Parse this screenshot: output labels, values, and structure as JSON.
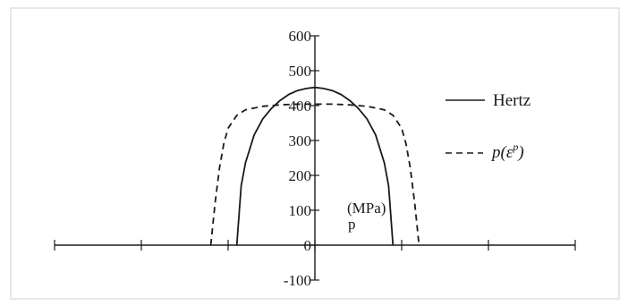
{
  "chart_data": {
    "type": "line",
    "y_ticks": [
      "600",
      "500",
      "400",
      "300",
      "200",
      "100",
      "0",
      "-100"
    ],
    "ylim": [
      -100,
      600
    ],
    "xlim": [
      -3,
      3
    ],
    "x_ticks_unlabeled": [
      -3,
      -2,
      -1,
      0,
      1,
      2,
      3
    ],
    "unit_label_top": "(MPa)",
    "unit_label_bottom": "p",
    "grid": false,
    "legend_position": "right",
    "legend": [
      {
        "label": "Hertz",
        "style": "solid"
      },
      {
        "label_main": "p(ε",
        "label_sup": "p",
        "label_close": ")",
        "style": "dashed"
      }
    ],
    "series": [
      {
        "style": "solid",
        "x": [
          -0.9,
          -0.85,
          -0.8,
          -0.7,
          -0.6,
          -0.5,
          -0.4,
          -0.3,
          -0.2,
          -0.1,
          0,
          0.1,
          0.2,
          0.3,
          0.4,
          0.5,
          0.6,
          0.7,
          0.8,
          0.85,
          0.9
        ],
        "y": [
          0,
          170,
          236,
          316,
          362,
          392,
          415,
          432,
          443,
          449,
          452,
          449,
          443,
          432,
          415,
          392,
          362,
          316,
          236,
          170,
          0
        ]
      },
      {
        "style": "dashed",
        "x": [
          -1.2,
          -1.15,
          -1.1,
          -1.05,
          -1.0,
          -0.9,
          -0.8,
          -0.6,
          -0.4,
          -0.2,
          0,
          0.2,
          0.4,
          0.6,
          0.8,
          0.9,
          1.0,
          1.05,
          1.1,
          1.15,
          1.2
        ],
        "y": [
          0,
          120,
          220,
          290,
          335,
          372,
          388,
          398,
          402,
          404,
          404,
          404,
          402,
          398,
          388,
          372,
          335,
          290,
          220,
          120,
          0
        ]
      }
    ]
  }
}
